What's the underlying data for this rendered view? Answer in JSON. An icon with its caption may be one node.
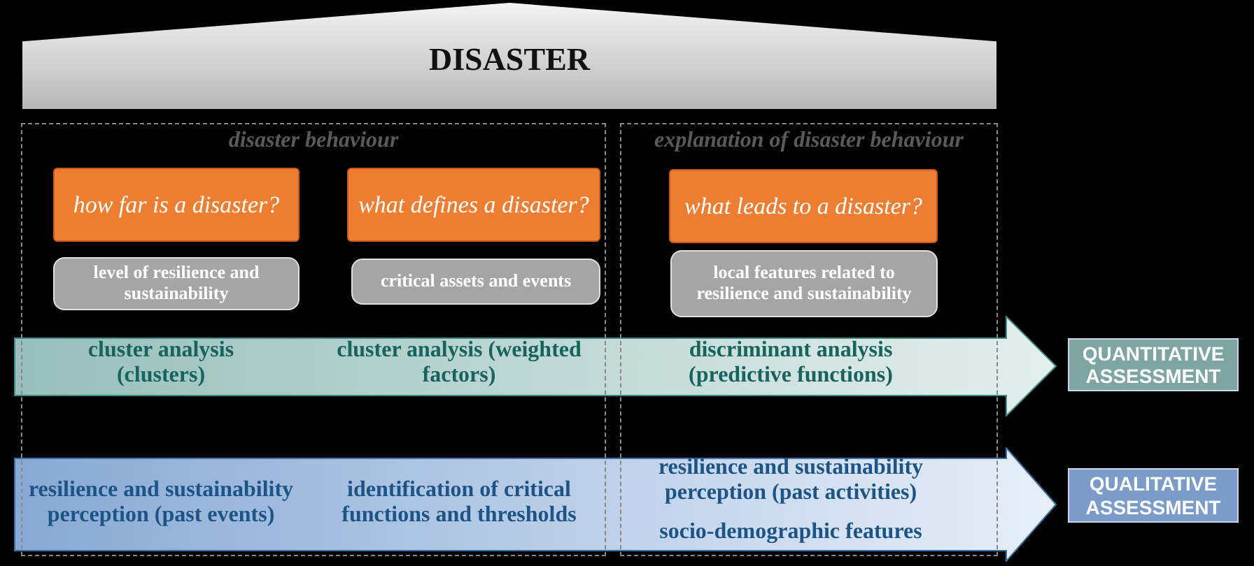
{
  "diagram": {
    "nodes": [
      {
        "text": [
          "DISASTER"
        ]
      },
      {
        "text": [
          "disaster behaviour"
        ]
      },
      {
        "text": [
          "explanation of disaster behaviour"
        ]
      },
      {
        "text": [
          "how far is a disaster?"
        ],
        "in": 1
      },
      {
        "text": [
          "level of resilience and sustainability"
        ],
        "in": 1
      },
      {
        "text": [
          "what defines a disaster?"
        ],
        "in": 1
      },
      {
        "text": [
          "critical assets and events"
        ],
        "in": 1
      },
      {
        "text": [
          "what leads to a disaster?"
        ],
        "in": 2
      },
      {
        "text": [
          "local features related to resilience and sustainability"
        ],
        "in": 2
      },
      {
        "text": [
          "cluster analysis (clusters)",
          "cluster analysis (weighted factors)",
          "discriminant analysis (predictive functions)"
        ]
      },
      {
        "text": [
          "QUANTITATIVE ASSESSMENT"
        ]
      },
      {
        "text": [
          "resilience and sustainability perception (past events)",
          "identification of critical functions and thresholds",
          "resilience and sustainability perception (past activities)",
          "socio-demographic features"
        ]
      },
      {
        "text": [
          "QUALITATIVE ASSESSMENT"
        ]
      }
    ]
  }
}
